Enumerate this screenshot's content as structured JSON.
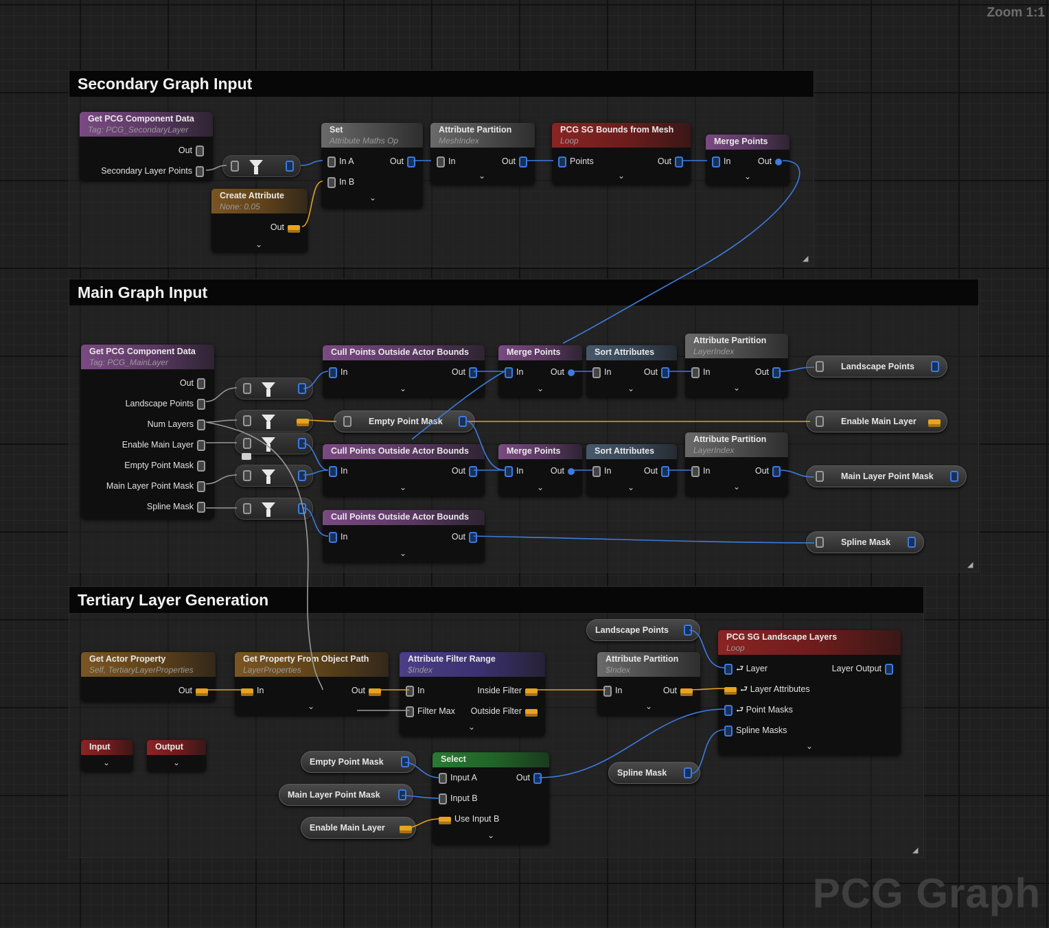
{
  "zoom_label": "Zoom 1:1",
  "watermark": "PCG Graph",
  "comments": {
    "secondary": "Secondary Graph Input",
    "main": "Main Graph Input",
    "tertiary": "Tertiary Layer Generation"
  },
  "secondary": {
    "get_pcg": {
      "title": "Get PCG Component Data",
      "subtitle": "Tag: PCG_SecondaryLayer",
      "out": "Out",
      "pin": "Secondary Layer Points"
    },
    "create_attr": {
      "title": "Create Attribute",
      "subtitle": "None: 0.05",
      "out": "Out"
    },
    "set_op": {
      "title": "Set",
      "subtitle": "Attribute Maths Op",
      "in_a": "In A",
      "in_b": "In B",
      "out": "Out"
    },
    "attr_part": {
      "title": "Attribute Partition",
      "subtitle": "MeshIndex",
      "in": "In",
      "out": "Out"
    },
    "bounds": {
      "title": "PCG SG Bounds from Mesh",
      "subtitle": "Loop",
      "points": "Points",
      "out": "Out"
    },
    "merge": {
      "title": "Merge Points",
      "in": "In",
      "out": "Out"
    }
  },
  "main": {
    "get_pcg": {
      "title": "Get PCG Component Data",
      "subtitle": "Tag: PCG_MainLayer",
      "out": "Out",
      "pins": [
        "Landscape Points",
        "Num Layers",
        "Enable Main Layer",
        "Empty Point Mask",
        "Main Layer Point Mask",
        "Spline Mask"
      ]
    },
    "cull": {
      "title": "Cull Points Outside Actor Bounds",
      "in": "In",
      "out": "Out"
    },
    "merge": {
      "title": "Merge Points",
      "in": "In",
      "out": "Out"
    },
    "sort": {
      "title": "Sort Attributes",
      "in": "In",
      "out": "Out"
    },
    "attr_part": {
      "title": "Attribute Partition",
      "subtitle": "LayerIndex",
      "in": "In",
      "out": "Out"
    },
    "empty_point_mask": "Empty Point Mask",
    "outputs": {
      "landscape_points": "Landscape Points",
      "enable_main_layer": "Enable Main Layer",
      "main_layer_point_mask": "Main Layer Point Mask",
      "spline_mask": "Spline Mask"
    }
  },
  "tertiary": {
    "get_actor_prop": {
      "title": "Get Actor Property",
      "subtitle": "Self, TertiaryLayerProperties",
      "out": "Out"
    },
    "get_prop_path": {
      "title": "Get Property From Object Path",
      "subtitle": "LayerProperties",
      "in": "In",
      "out": "Out"
    },
    "filter_range": {
      "title": "Attribute Filter Range",
      "subtitle": "$Index",
      "in": "In",
      "filter_max": "Filter Max",
      "inside": "Inside Filter",
      "outside": "Outside Filter"
    },
    "attr_part": {
      "title": "Attribute Partition",
      "subtitle": "$Index",
      "in": "In",
      "out": "Out"
    },
    "landscape_points": "Landscape Points",
    "landscape_layers": {
      "title": "PCG SG Landscape Layers",
      "subtitle": "Loop",
      "layer": "Layer",
      "layer_output": "Layer Output",
      "layer_attributes": "Layer Attributes",
      "point_masks": "Point Masks",
      "spline_masks": "Spline Masks"
    },
    "input": "Input",
    "output": "Output",
    "empty_point_mask": "Empty Point Mask",
    "main_layer_point_mask": "Main Layer Point Mask",
    "enable_main_layer": "Enable Main Layer",
    "select": {
      "title": "Select",
      "input_a": "Input A",
      "input_b": "Input B",
      "use_input_b": "Use Input B",
      "out": "Out"
    },
    "spline_mask": "Spline Mask"
  },
  "colors": {
    "spatial_pin": "#3d7be0",
    "attribute_pin": "#e8a31f",
    "wire_grey": "#8a8a8a"
  }
}
